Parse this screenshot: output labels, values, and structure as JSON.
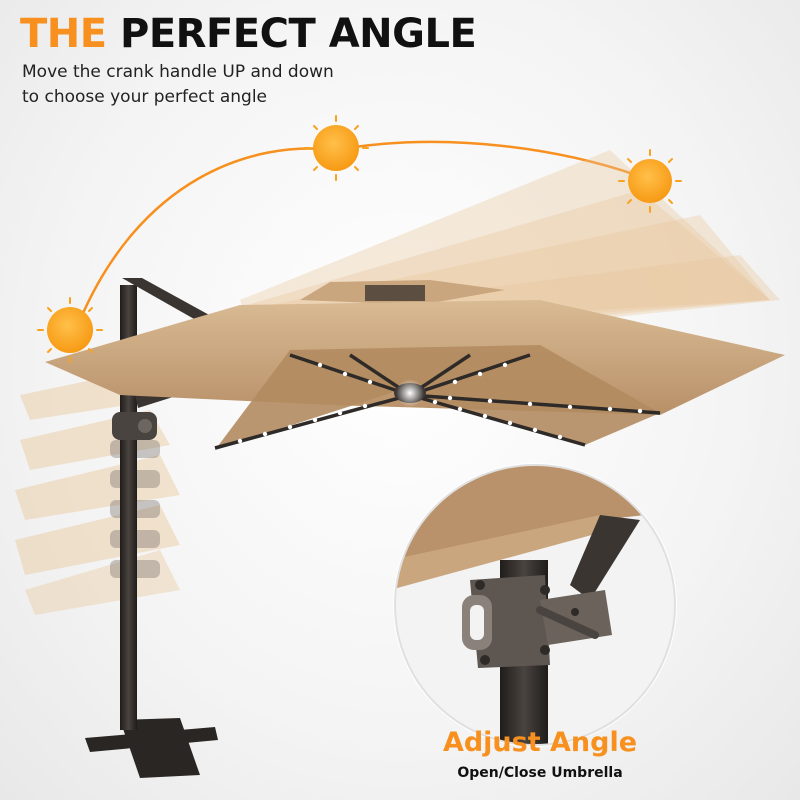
{
  "headline": {
    "accent": "THE",
    "rest": "PERFECT ANGLE"
  },
  "subtitle": {
    "line1": "Move the crank handle UP and down",
    "line2": "to choose your perfect angle"
  },
  "detail_caption": {
    "title": "Adjust Angle",
    "subtitle": "Open/Close Umbrella"
  },
  "colors": {
    "accent": "#f7901e",
    "sun": "#f8a21e",
    "canopy": "#c9a67e",
    "frame": "#2e2a27"
  },
  "icons": [
    "sun-icon",
    "sun-icon",
    "sun-icon"
  ]
}
